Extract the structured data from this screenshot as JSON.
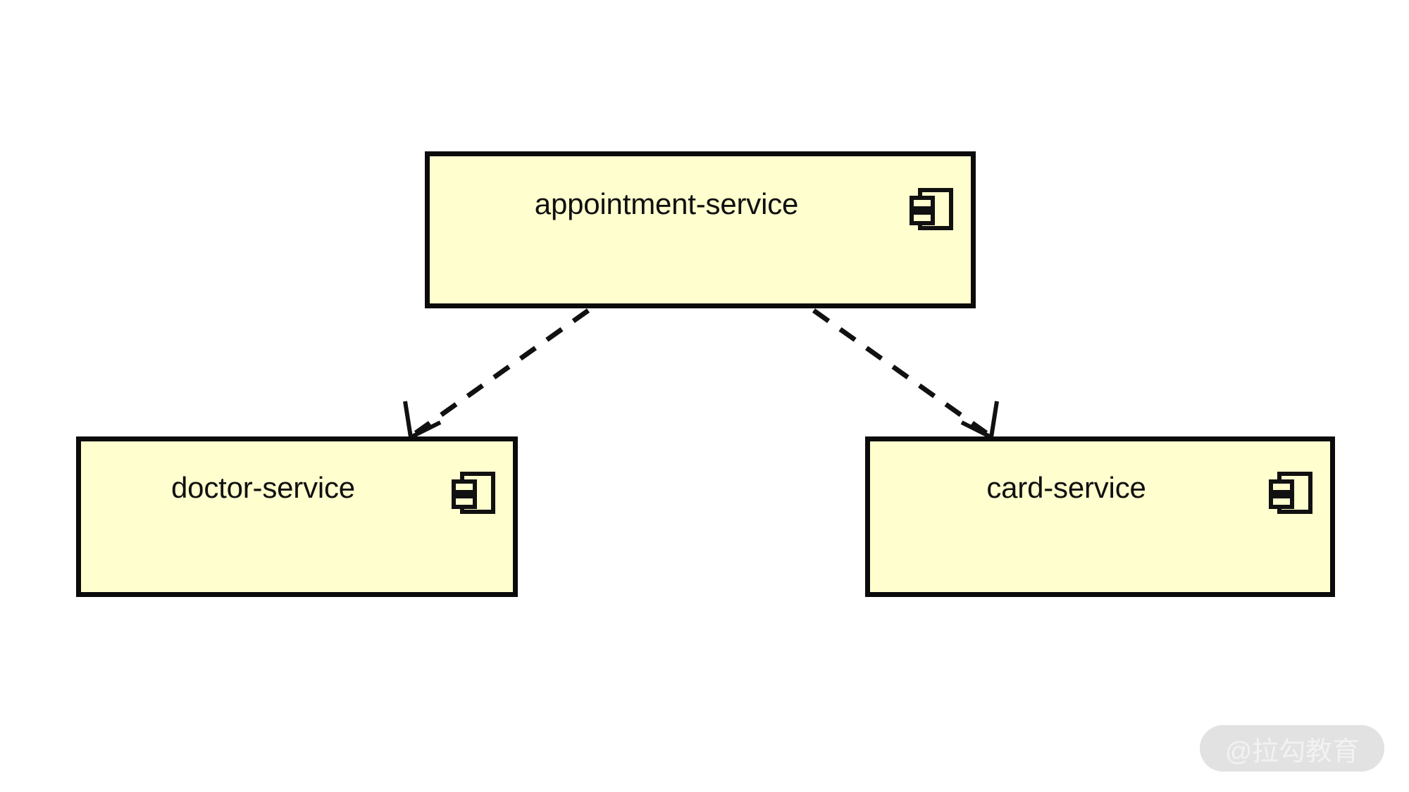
{
  "diagram": {
    "type": "uml-component-diagram",
    "background_color": "#ffffff",
    "component_fill": "#fefece",
    "component_border": "#0b0b0b",
    "text_color": "#101010",
    "components": [
      {
        "id": "appointment",
        "label": "appointment-service",
        "icon": "uml-component-icon"
      },
      {
        "id": "doctor",
        "label": "doctor-service",
        "icon": "uml-component-icon"
      },
      {
        "id": "card",
        "label": "card-service",
        "icon": "uml-component-icon"
      }
    ],
    "relationships": [
      {
        "from": "appointment",
        "to": "doctor",
        "style": "dashed",
        "arrowhead": "open",
        "kind": "dependency"
      },
      {
        "from": "appointment",
        "to": "card",
        "style": "dashed",
        "arrowhead": "open",
        "kind": "dependency"
      }
    ]
  },
  "watermark": {
    "text": "@拉勾教育",
    "pill_color": "#e2e2e2",
    "text_color": "#f2f2f2"
  }
}
